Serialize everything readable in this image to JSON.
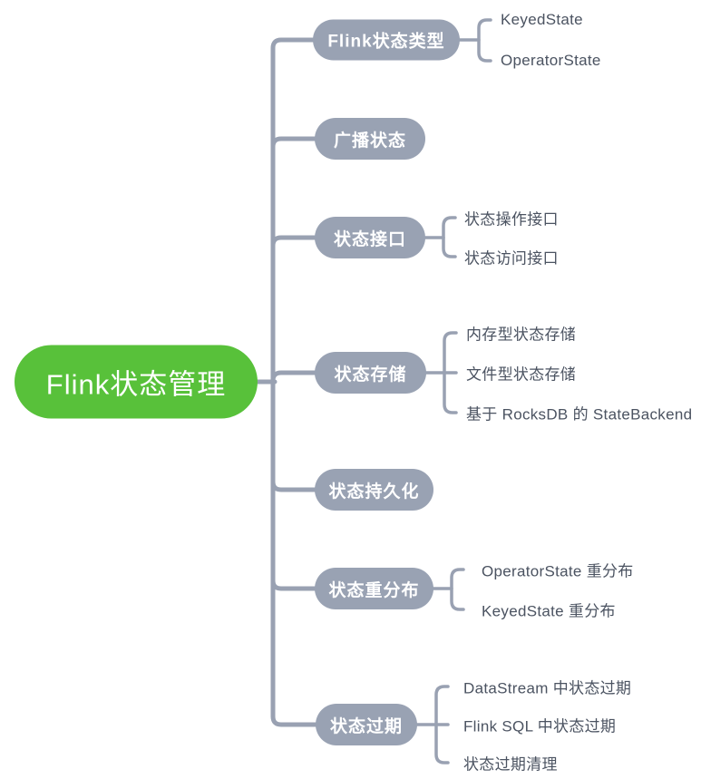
{
  "diagram": {
    "type": "mindmap",
    "root": {
      "label": "Flink状态管理"
    },
    "branches": [
      {
        "label": "Flink状态类型",
        "children": [
          "KeyedState",
          "OperatorState"
        ]
      },
      {
        "label": "广播状态",
        "children": []
      },
      {
        "label": "状态接口",
        "children": [
          "状态操作接口",
          "状态访问接口"
        ]
      },
      {
        "label": "状态存储",
        "children": [
          "内存型状态存储",
          "文件型状态存储",
          "基于 RocksDB 的 StateBackend"
        ]
      },
      {
        "label": "状态持久化",
        "children": []
      },
      {
        "label": "状态重分布",
        "children": [
          "OperatorState 重分布",
          "KeyedState 重分布"
        ]
      },
      {
        "label": "状态过期",
        "children": [
          "DataStream 中状态过期",
          "Flink SQL 中状态过期",
          "状态过期清理"
        ]
      }
    ]
  },
  "colors": {
    "root_bg": "#58c13a",
    "branch_bg": "#99a2b3",
    "line": "#99a1b2",
    "child_text": "#4b5361",
    "node_text": "#ffffff"
  }
}
